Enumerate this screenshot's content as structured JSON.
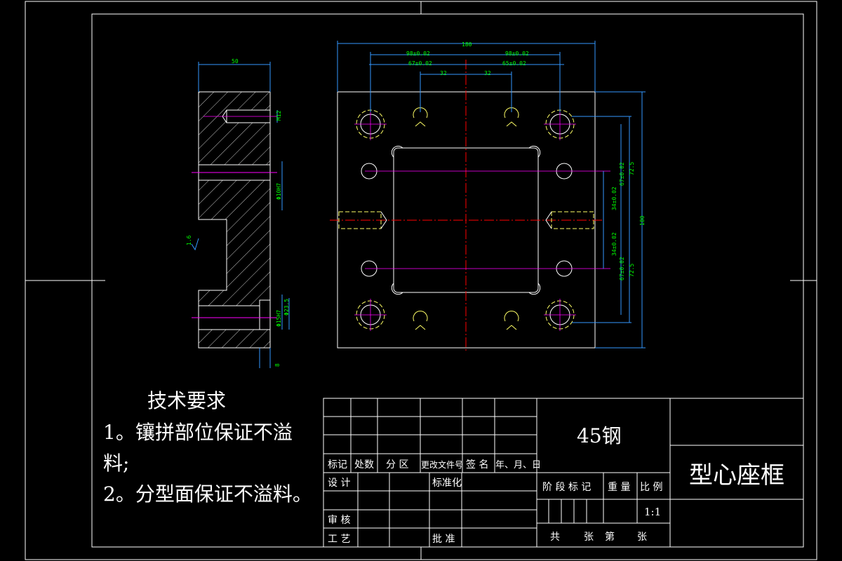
{
  "drawing": {
    "tech_req": {
      "title": "技术要求",
      "line1": "1。镶拼部位保证不溢",
      "line1b": "料;",
      "line2": "2。分型面保证不溢料。"
    },
    "title_block": {
      "material": "45钢",
      "part_name": "型心座框",
      "scale": "1:1",
      "header_cells": [
        "标记",
        "处数",
        "分 区",
        "更改文件号",
        "签 名",
        "年、月、日"
      ],
      "design": "设 计",
      "standardize": "标准化",
      "review": "审 核",
      "process": "工 艺",
      "approve": "批 准",
      "stage_mark": "阶 段 标 记",
      "weight": "重 量",
      "ratio": "比 例",
      "sheets_total": "共",
      "sheet_word": "张",
      "sheet_no": "第",
      "sheet_word2": "张"
    },
    "dimensions": {
      "overall_width": "180",
      "d_98": "98±0.02",
      "d_98r": "98±0.02",
      "d_67": "67±0.02",
      "d_65": "65±0.02",
      "d_32": "32",
      "d_32r": "32",
      "side_width": "50",
      "side_m12": "M12",
      "side_phi": "Φ10H7",
      "side_phi2": "Φ15H7",
      "side_phi3": "Φ23.5",
      "side_bottom": "8",
      "roughness": "1.6",
      "right_67a": "67±0.02",
      "right_72a": "72.5",
      "right_34a": "34±0.02",
      "right_34b": "34±0.02",
      "right_67b": "67±0.02",
      "right_72b": "72.5",
      "right_180": "180"
    }
  }
}
